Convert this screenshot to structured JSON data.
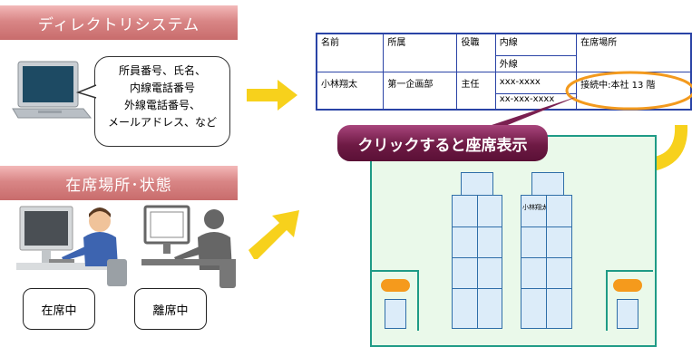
{
  "directory": {
    "title": "ディレクトリシステム",
    "bubble_lines": [
      "所員番号、氏名、",
      "内線電話番号",
      "外線電話番号、",
      "メールアドレス、など"
    ]
  },
  "presence": {
    "title": "在席場所･状態",
    "present_label": "在席中",
    "away_label": "離席中"
  },
  "table": {
    "headers": [
      "名前",
      "所属",
      "役職",
      "内線",
      "在席場所"
    ],
    "sub_header": "外線",
    "row": {
      "name": "小林翔太",
      "dept": "第一企画部",
      "title": "主任",
      "extension": "xxx-xxxx",
      "external": "xx-xxx-xxxx",
      "location": "接続中:本社 13 階"
    }
  },
  "callout": {
    "text": "クリックすると座席表示"
  },
  "floor": {
    "seat_label": "小林翔太"
  },
  "colors": {
    "arrow": "#f7d11c",
    "table_border": "#2a43a6",
    "highlight_ring": "#f39a1e",
    "callout": "#7a2050",
    "room_border": "#1f9b86"
  }
}
